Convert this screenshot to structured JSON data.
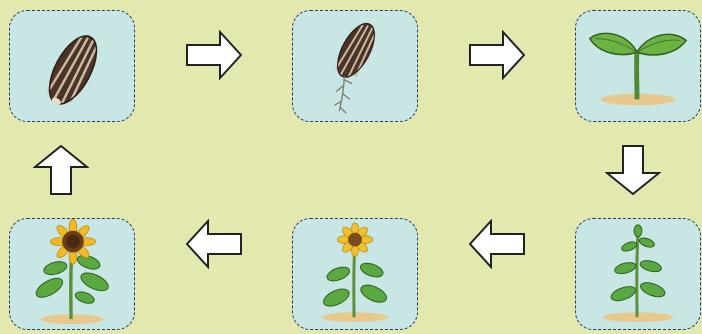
{
  "diagram": {
    "type": "sunflower-life-cycle",
    "background_color": "#e3e9ae",
    "card_color": "#c8e6e4",
    "border_color": "#2a3b55",
    "stages": [
      {
        "id": "seed",
        "icon": "sunflower-seed-icon"
      },
      {
        "id": "germinating-seed",
        "icon": "sprouting-seed-icon"
      },
      {
        "id": "seedling",
        "icon": "seedling-icon"
      },
      {
        "id": "young-plant",
        "icon": "young-plant-icon"
      },
      {
        "id": "budding-plant",
        "icon": "budding-sunflower-icon"
      },
      {
        "id": "flowering-plant",
        "icon": "flowering-sunflower-icon"
      }
    ],
    "arrows": [
      {
        "from": "seed",
        "to": "germinating-seed",
        "direction": "right"
      },
      {
        "from": "germinating-seed",
        "to": "seedling",
        "direction": "right"
      },
      {
        "from": "seedling",
        "to": "young-plant",
        "direction": "down"
      },
      {
        "from": "young-plant",
        "to": "budding-plant",
        "direction": "left"
      },
      {
        "from": "budding-plant",
        "to": "flowering-plant",
        "direction": "left"
      },
      {
        "from": "flowering-plant",
        "to": "seed",
        "direction": "up"
      }
    ]
  }
}
